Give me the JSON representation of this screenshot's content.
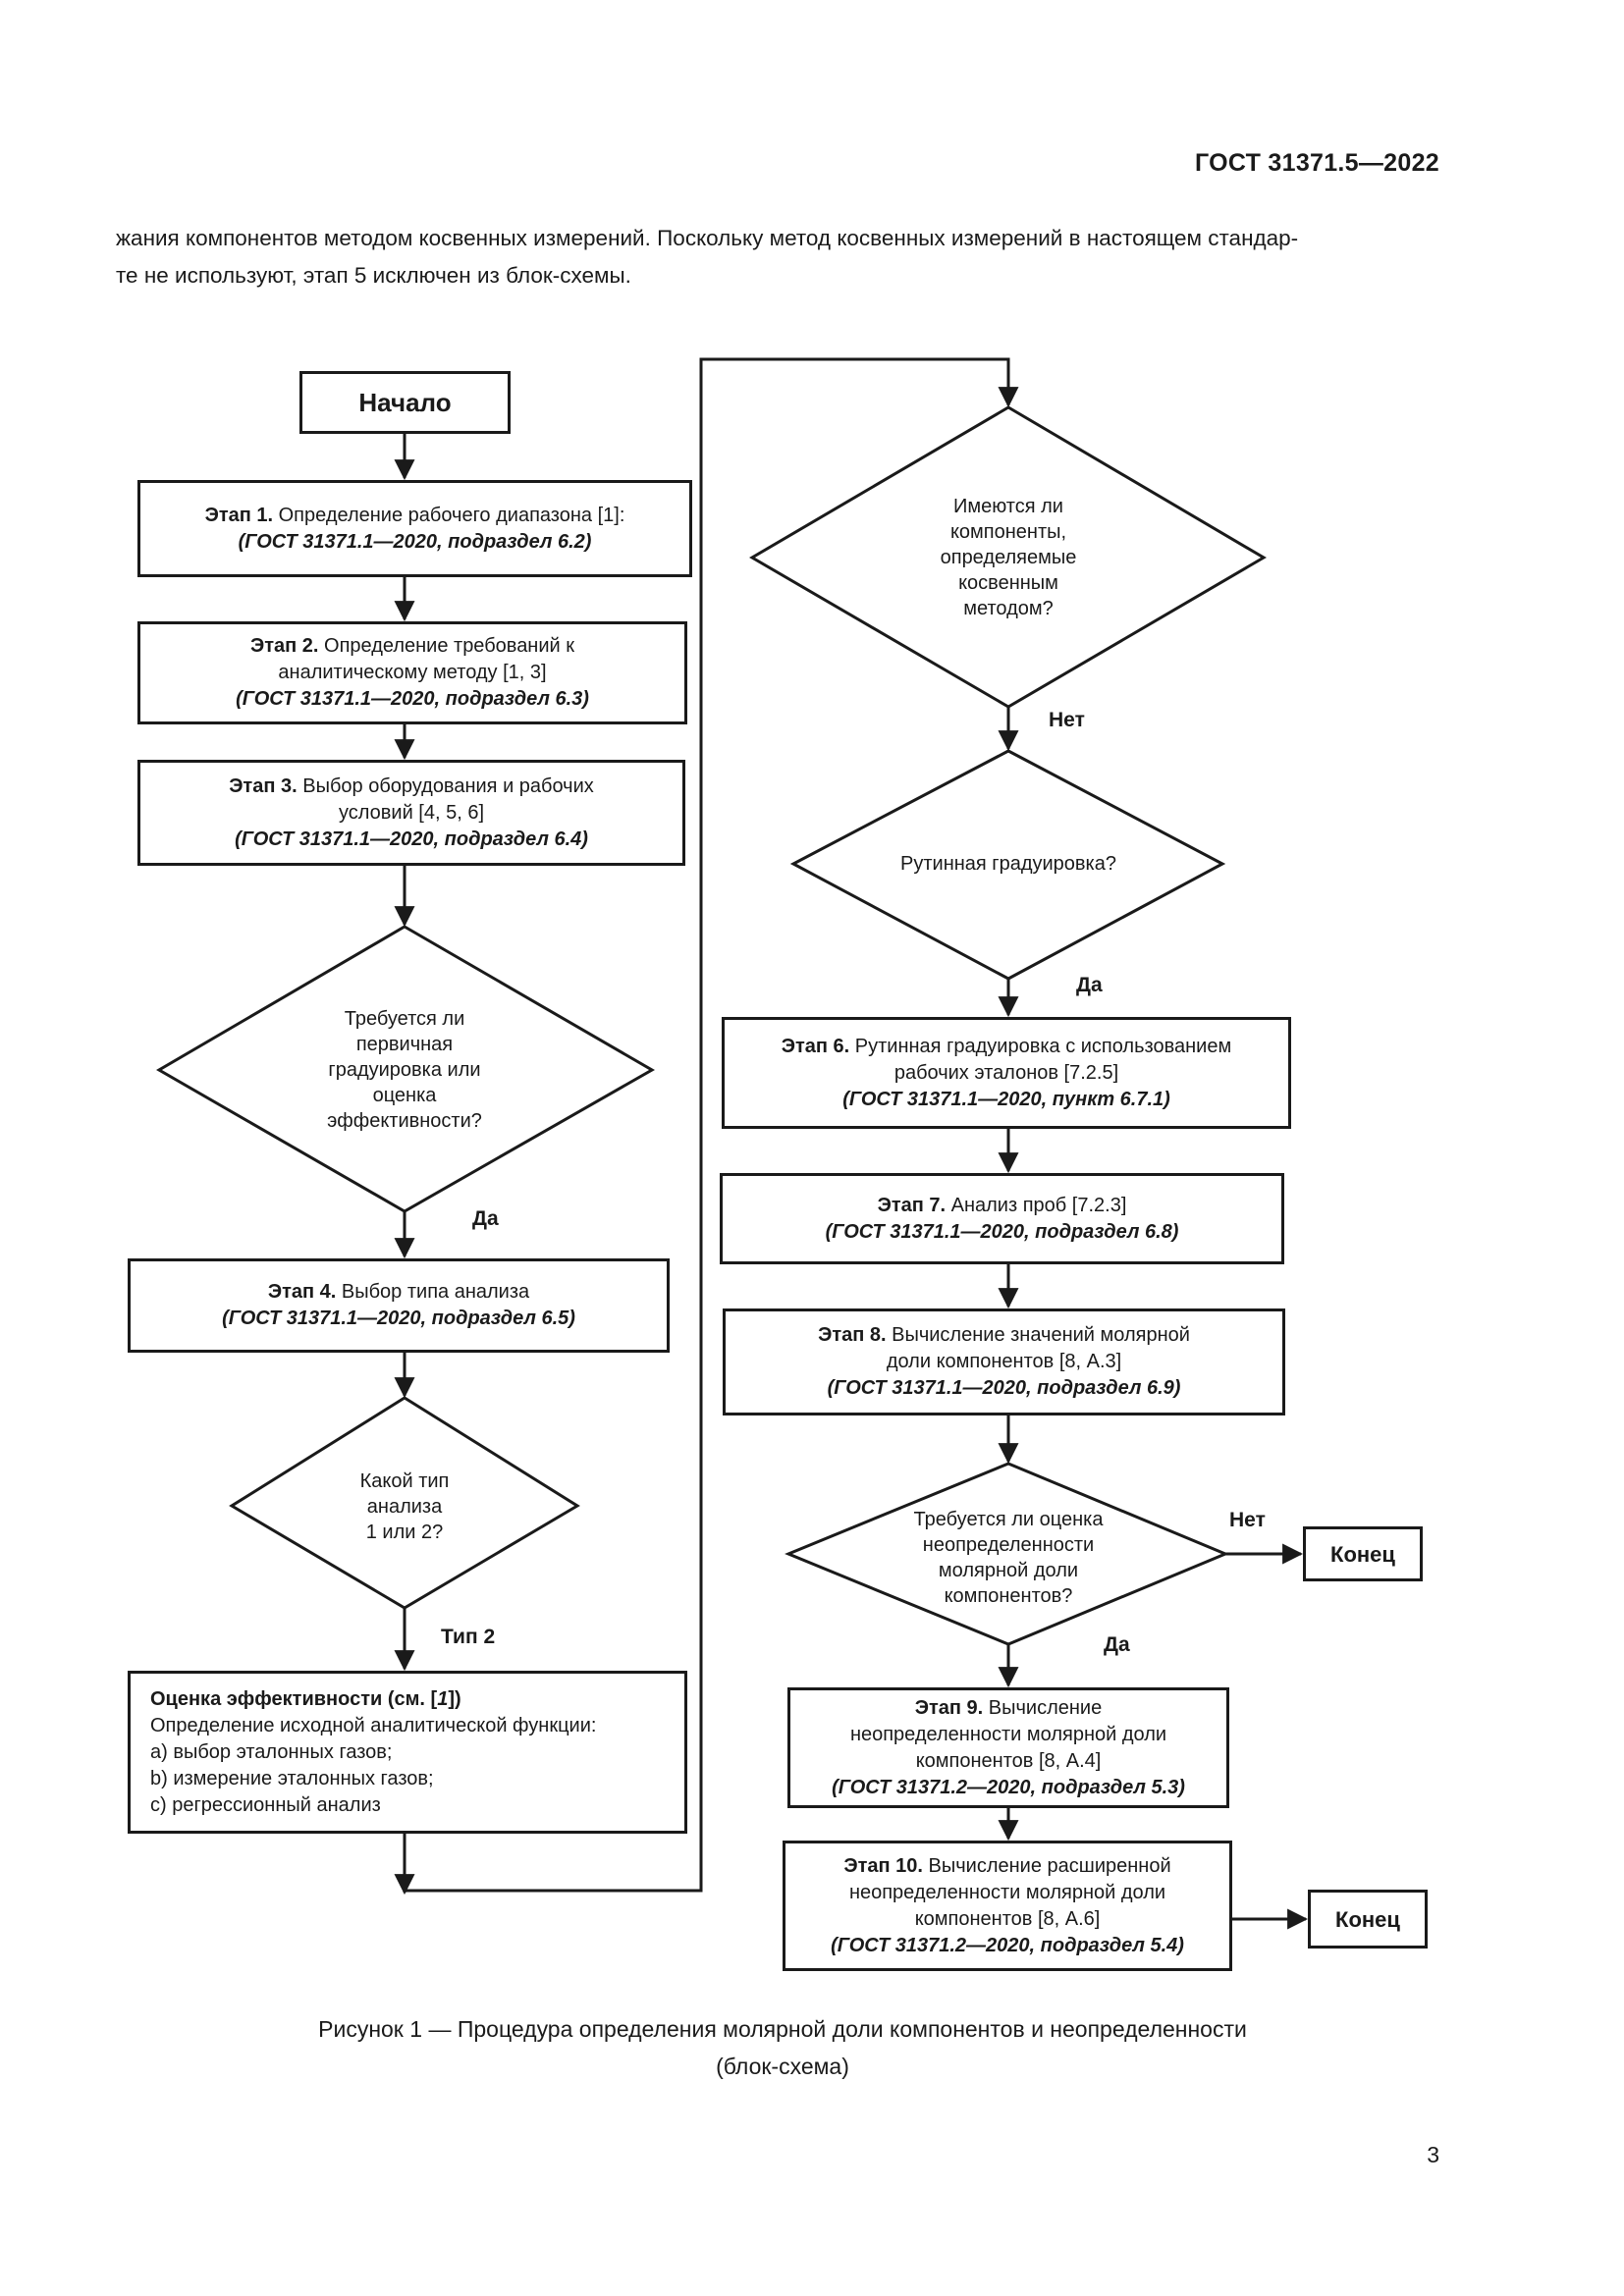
{
  "header": {
    "doc_id": "ГОСТ 31371.5—2022"
  },
  "intro": {
    "line1": "жания компонентов методом косвенных измерений. Поскольку метод косвенных измерений в настоящем стандар-",
    "line2": "те не используют, этап 5 исключен из блок-схемы."
  },
  "flow": {
    "start": "Начало",
    "step1": {
      "title": "Этап 1.",
      "text": "Определение рабочего диапазона [1]:",
      "ref": "(ГОСТ 31371.1—2020, подраздел 6.2)"
    },
    "step2": {
      "title": "Этап 2.",
      "text1": "Определение требований к",
      "text2": "аналитическому методу [1, 3]",
      "ref": "(ГОСТ 31371.1—2020, подраздел 6.3)"
    },
    "step3": {
      "title": "Этап 3.",
      "text1": "Выбор оборудования и рабочих",
      "text2": "условий [4, 5, 6]",
      "ref": "(ГОСТ 31371.1—2020, подраздел 6.4)"
    },
    "decision1": {
      "l1": "Требуется ли",
      "l2": "первичная",
      "l3": "градуировка или",
      "l4": "оценка",
      "l5": "эффективности?"
    },
    "label_yes1": "Да",
    "step4": {
      "title": "Этап 4.",
      "text": "Выбор типа анализа",
      "ref": "(ГОСТ 31371.1—2020, подраздел 6.5)"
    },
    "decision2": {
      "l1": "Какой тип",
      "l2": "анализа",
      "l3": "1 или 2?"
    },
    "label_type2": "Тип 2",
    "evaluation": {
      "title_pre": "Оценка эффективности (см. [",
      "title_ref": "1",
      "title_post": "])",
      "l1": "Определение исходной аналитической функции:",
      "l2": "a) выбор эталонных газов;",
      "l3": "b) измерение эталонных газов;",
      "l4": "c) регрессионный анализ"
    },
    "decision3": {
      "l1": "Имеются ли",
      "l2": "компоненты,",
      "l3": "определяемые",
      "l4": "косвенным",
      "l5": "методом?"
    },
    "label_no1": "Нет",
    "decision4": {
      "l1": "Рутинная градуировка?"
    },
    "label_yes2": "Да",
    "step6": {
      "title": "Этап 6.",
      "text1": "Рутинная градуировка с использованием",
      "text2": "рабочих эталонов [7.2.5]",
      "ref": "(ГОСТ 31371.1—2020, пункт 6.7.1)"
    },
    "step7": {
      "title": "Этап 7.",
      "text": "Анализ проб [7.2.3]",
      "ref": "(ГОСТ 31371.1—2020, подраздел 6.8)"
    },
    "step8": {
      "title": "Этап 8.",
      "text1": "Вычисление значений молярной",
      "text2": "доли компонентов [8, А.3]",
      "ref": "(ГОСТ 31371.1—2020, подраздел 6.9)"
    },
    "decision5": {
      "l1": "Требуется ли оценка",
      "l2": "неопределенности",
      "l3": "молярной доли",
      "l4": "компонентов?"
    },
    "label_no2": "Нет",
    "end1": "Конец",
    "label_yes3": "Да",
    "step9": {
      "title": "Этап 9.",
      "text1": "Вычисление",
      "text2": "неопределенности молярной доли",
      "text3": "компонентов [8, А.4]",
      "ref": "(ГОСТ 31371.2—2020, подраздел 5.3)"
    },
    "step10": {
      "title": "Этап 10.",
      "text1": "Вычисление расширенной",
      "text2": "неопределенности молярной доли",
      "text3": "компонентов [8, А.6]",
      "ref": "(ГОСТ 31371.2—2020, подраздел 5.4)"
    },
    "end2": "Конец"
  },
  "caption": {
    "line1": "Рисунок 1 — Процедура определения молярной доли компонентов и неопределенности",
    "line2": "(блок-схема)"
  },
  "page_number": "3"
}
